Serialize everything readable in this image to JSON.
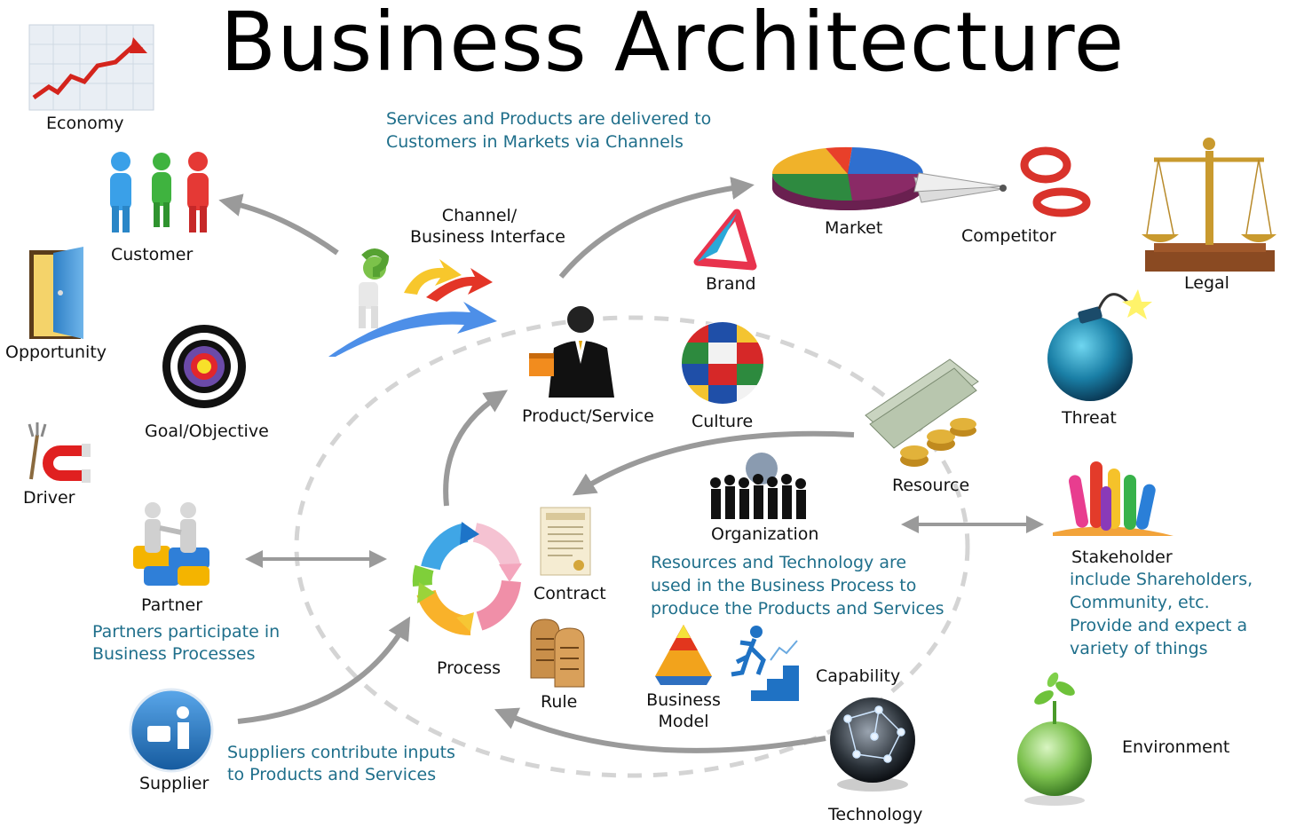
{
  "title": "Business Architecture",
  "colors": {
    "note_text": "#1f6f8b",
    "arrow": "#9a9a9a",
    "dashed_circle": "#d4d4d4"
  },
  "notes": {
    "channels_line1": "Services and Products are delivered to",
    "channels_line2": "Customers in Markets via Channels",
    "partners_line1": "Partners participate in",
    "partners_line2": "Business Processes",
    "suppliers_line1": "Suppliers contribute inputs",
    "suppliers_line2": "to Products and Services",
    "resources_line1": "Resources and Technology are",
    "resources_line2": "used in the Business Process to",
    "resources_line3": "produce the Products and Services",
    "stakeholder_line1": "include Shareholders,",
    "stakeholder_line2": "Community, etc.",
    "stakeholder_line3": "Provide and expect a",
    "stakeholder_line4": "variety of things"
  },
  "nodes": {
    "economy": {
      "label": "Economy",
      "icon": "rising-chart-icon"
    },
    "customer": {
      "label": "Customer",
      "icon": "people-icon"
    },
    "opportunity": {
      "label": "Opportunity",
      "icon": "open-door-icon"
    },
    "goal": {
      "label": "Goal/Objective",
      "icon": "target-icon"
    },
    "driver": {
      "label": "Driver",
      "icon": "magnet-icon"
    },
    "partner": {
      "label": "Partner",
      "icon": "handshake-puzzle-icon"
    },
    "supplier": {
      "label": "Supplier",
      "icon": "info-supplier-icon"
    },
    "channel_line1": "Channel/",
    "channel_line2": "Business Interface",
    "channel_icon": "crossroad-arrows-icon",
    "product": {
      "label": "Product/Service",
      "icon": "businessman-icon"
    },
    "process": {
      "label": "Process",
      "icon": "cycle-arrows-icon"
    },
    "contract": {
      "label": "Contract",
      "icon": "contract-document-icon"
    },
    "rule": {
      "label": "Rule",
      "icon": "stone-tablets-icon"
    },
    "culture": {
      "label": "Culture",
      "icon": "flag-globe-icon"
    },
    "organization": {
      "label": "Organization",
      "icon": "crowd-icon"
    },
    "resource": {
      "label": "Resource",
      "icon": "money-icon"
    },
    "business_model_line1": "Business",
    "business_model_line2": "Model",
    "business_model_icon": "pyramid-icon",
    "capability": {
      "label": "Capability",
      "icon": "stairs-runner-icon"
    },
    "technology": {
      "label": "Technology",
      "icon": "network-globe-icon"
    },
    "market": {
      "label": "Market",
      "icon": "pie-chart-icon"
    },
    "competitor": {
      "label": "Competitor",
      "icon": "scissors-icon"
    },
    "brand": {
      "label": "Brand",
      "icon": "triangle-logo-icon"
    },
    "legal": {
      "label": "Legal",
      "icon": "scales-icon"
    },
    "threat": {
      "label": "Threat",
      "icon": "bomb-icon"
    },
    "stakeholder": {
      "label": "Stakeholder",
      "icon": "raised-hands-icon"
    },
    "environment": {
      "label": "Environment",
      "icon": "earth-sprout-icon"
    }
  }
}
